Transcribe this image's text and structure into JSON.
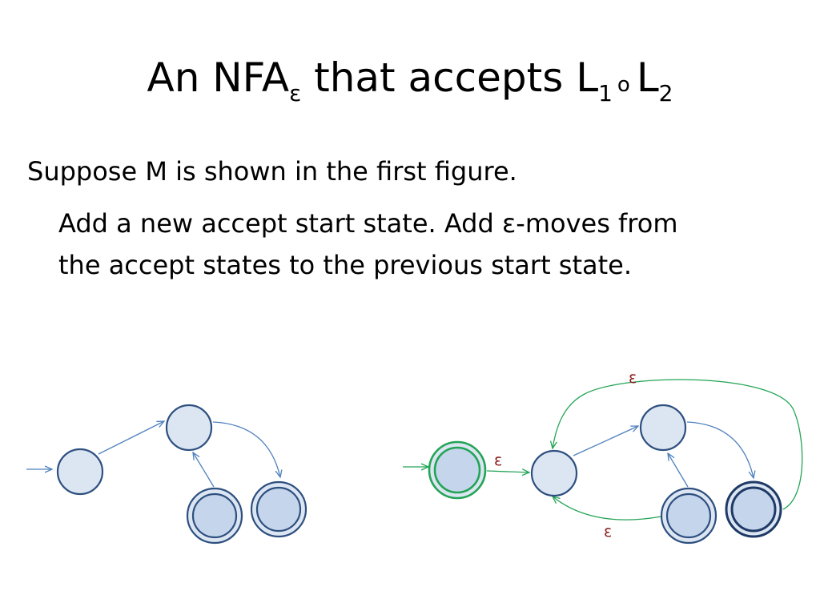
{
  "title": {
    "prefix": "An NFA",
    "sub_epsilon": "ε",
    "middle": " that accepts L",
    "sub_1": "1",
    "op": "o",
    "lang2": "L",
    "sub_2": "2"
  },
  "bullets": [
    "Suppose M is shown in the first figure.",
    "Add a new accept start state. Add ε-moves from",
    "the accept states to the previous start state."
  ],
  "figure2": {
    "edge_labels": [
      "ε",
      "ε",
      "ε"
    ]
  },
  "colors": {
    "state_fill": "#dce6f2",
    "accept_fill": "#c5d6ec",
    "state_stroke": "#2e4f7f",
    "blue_edge": "#4f81bd",
    "green_edge": "#22a455",
    "new_state_fill": "#c5d6ec",
    "epsilon_label": "#8b1a1a"
  }
}
